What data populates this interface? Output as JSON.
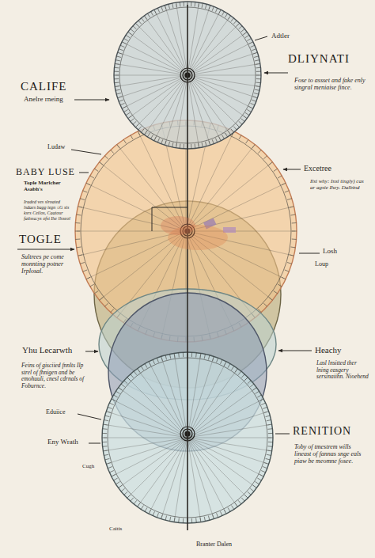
{
  "diagram": {
    "labels": [
      "Adtler",
      "DLIYNATI",
      "Fose to assset and fake enly singral meniaise fince.",
      "CALIFE",
      "Anelre rneing",
      "Ludaw",
      "Excetree",
      "BABY LUSE",
      "Ilsi why: Insl tingly) cas ar agsie Ihey. Dalbind",
      "Tople Marlcher Asabh's",
      "Iraded ves slroated lsdaes bagg iegn ≤G sis ksrs Ceilos, Caatour fatissa:ys ofst Ihe llsseol",
      "TOGLE",
      "Losh",
      "Sultrees pe come monnting potner Irplosal.",
      "Loup",
      "Yhu Lecarwth",
      "Heachy",
      "Lasl lnsitted ther lning easgery sersinaiihn. Nioehend",
      "Feins of gisciied fnnlts Ilp strel of fhnigen and be emohuuli, cnesl cdrnals of Foburnce.",
      "Eduiice",
      "RENITION",
      "Eny Wrath",
      "Toby of tmestrem wills lineast of fannas snge eals piaw be meomne fosee.",
      "Cugh",
      "Caitis",
      "Branter Dalen"
    ]
  }
}
